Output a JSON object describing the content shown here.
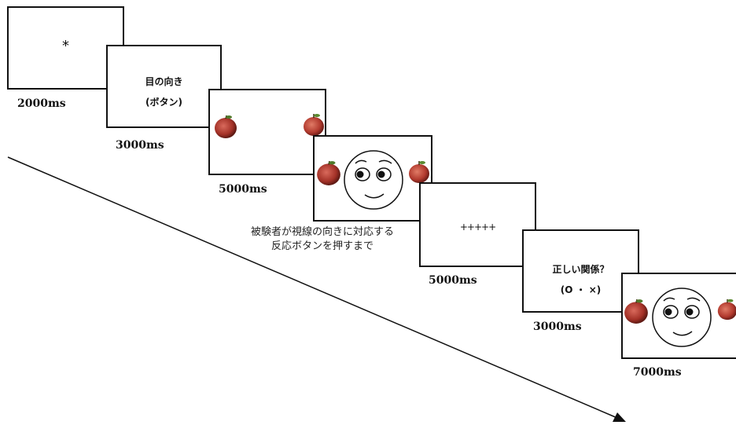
{
  "trial": [
    {
      "content": "*",
      "duration": "2000ms"
    },
    {
      "line1": "目の向き",
      "line2": "(ボタン)",
      "duration": "3000ms"
    },
    {
      "duration": "5000ms"
    },
    {
      "caption_line1": "被験者が視線の向きに対応する",
      "caption_line2": "反応ボタンを押すまで"
    },
    {
      "content": "+++++",
      "duration": "5000ms"
    },
    {
      "line1": "正しい関係？",
      "line2": "(O ・ ×)",
      "duration": "3000ms"
    },
    {
      "duration": "7000ms"
    }
  ],
  "colors": {
    "apple_red": "#b23a2e",
    "apple_dark": "#6e1e18",
    "stroke": "#111111"
  },
  "icons": [
    "apple-icon",
    "smiley-face-icon",
    "time-arrow"
  ]
}
